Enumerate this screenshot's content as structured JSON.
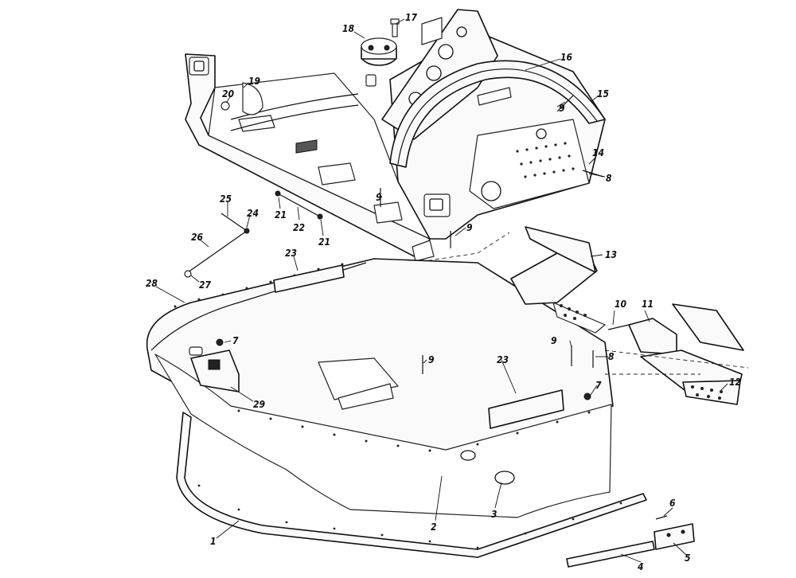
{
  "callouts": [
    {
      "id": "c1",
      "text": "1"
    },
    {
      "id": "c2",
      "text": "2"
    },
    {
      "id": "c3",
      "text": "3"
    },
    {
      "id": "c4",
      "text": "4"
    },
    {
      "id": "c5",
      "text": "5"
    },
    {
      "id": "c6",
      "text": "6"
    },
    {
      "id": "c7a",
      "text": "7"
    },
    {
      "id": "c7b",
      "text": "7"
    },
    {
      "id": "c8a",
      "text": "8"
    },
    {
      "id": "c8b",
      "text": "8"
    },
    {
      "id": "c9a",
      "text": "9"
    },
    {
      "id": "c9b",
      "text": "9"
    },
    {
      "id": "c9c",
      "text": "9"
    },
    {
      "id": "c9d",
      "text": "9"
    },
    {
      "id": "c9e",
      "text": "9"
    },
    {
      "id": "c10",
      "text": "10"
    },
    {
      "id": "c11",
      "text": "11"
    },
    {
      "id": "c12",
      "text": "12"
    },
    {
      "id": "c13",
      "text": "13"
    },
    {
      "id": "c14",
      "text": "14"
    },
    {
      "id": "c15",
      "text": "15"
    },
    {
      "id": "c16",
      "text": "16"
    },
    {
      "id": "c17",
      "text": "17"
    },
    {
      "id": "c18",
      "text": "18"
    },
    {
      "id": "c19",
      "text": "19"
    },
    {
      "id": "c20",
      "text": "20"
    },
    {
      "id": "c21a",
      "text": "21"
    },
    {
      "id": "c21b",
      "text": "21"
    },
    {
      "id": "c22",
      "text": "22"
    },
    {
      "id": "c23a",
      "text": "23"
    },
    {
      "id": "c23b",
      "text": "23"
    },
    {
      "id": "c24",
      "text": "24"
    },
    {
      "id": "c25",
      "text": "25"
    },
    {
      "id": "c26",
      "text": "26"
    },
    {
      "id": "c27",
      "text": "27"
    },
    {
      "id": "c28",
      "text": "28"
    },
    {
      "id": "c29",
      "text": "29"
    }
  ]
}
